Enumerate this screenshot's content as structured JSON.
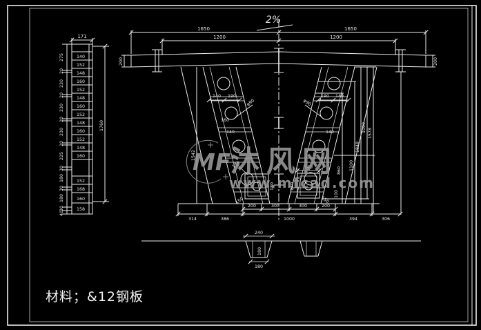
{
  "colors": {
    "background": "#000000",
    "line": "#ececec",
    "dim_text": "#e9e9e9",
    "watermark": "#9b9b9b"
  },
  "note": {
    "material_text": "材料；&12钢板"
  },
  "watermark": {
    "logo_text": "MF",
    "site_name": "沐风网",
    "site_url": "www.mfcad.com"
  },
  "top": {
    "slope": "2%",
    "span_left": "1650",
    "span_right": "1650",
    "inner_left": "1200",
    "inner_right": "1200",
    "depth_left": "200",
    "depth_right": "200"
  },
  "side_view": {
    "top_width": "171",
    "total_height": "1760",
    "bottom_label": "158",
    "segments": [
      "140",
      "152",
      "148",
      "160",
      "152",
      "148",
      "160",
      "152",
      "148",
      "160",
      "152",
      "148",
      "160",
      "152",
      "168",
      "160"
    ],
    "left_chain": [
      "275",
      "20",
      "230",
      "20",
      "230",
      "20",
      "230",
      "20",
      "225",
      "30",
      "180",
      "30",
      "180",
      "30",
      "40"
    ]
  },
  "elevation": {
    "left_leg": {
      "dim_a": "140",
      "dim_b": "190",
      "dim_c": "160",
      "dim_d": "140",
      "hole": "φ90",
      "height": "1542"
    },
    "right_leg": {
      "dim_a": "190",
      "dim_b": "140",
      "dim_d": "140",
      "hole": "φ90"
    },
    "right_heights": [
      "860",
      "1100",
      "1848",
      "1000",
      "1578"
    ],
    "plates": {
      "left_side": "180",
      "left_leader": "150",
      "right_top": "240",
      "right_side": "240",
      "corner": "100",
      "fillet_left": "150",
      "fillet_right": "150"
    },
    "bottom_chain": [
      "200",
      "300",
      "300",
      "200"
    ],
    "bottom_mid": "1000",
    "bottom_left": [
      "314",
      "386"
    ],
    "bottom_right": [
      "394",
      "306"
    ]
  },
  "bottom_view": {
    "top_width": "240",
    "height": "180",
    "bottom_width": "180"
  }
}
